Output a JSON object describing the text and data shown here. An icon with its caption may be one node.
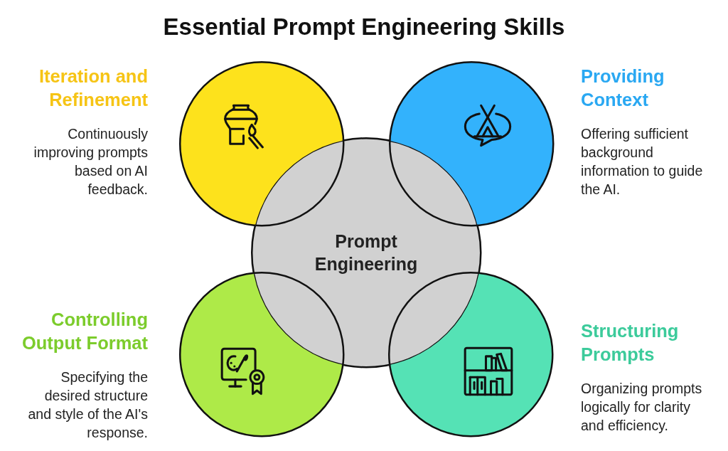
{
  "diagram": {
    "title": "Essential Prompt Engineering Skills",
    "nodes": [
      {
        "text": [
          "Iteration and Refinement",
          "Continuously improving prompts based on AI feedback."
        ]
      },
      {
        "text": [
          "Providing Context",
          "Offering sufficient background information to guide the AI."
        ]
      },
      {
        "text": [
          "Prompt Engineering"
        ]
      },
      {
        "text": [
          "Controlling Output Format",
          "Specifying the desired structure and style of the AI's response."
        ]
      },
      {
        "text": [
          "Structuring Prompts",
          "Organizing prompts logically for clarity and efficiency."
        ]
      }
    ]
  }
}
